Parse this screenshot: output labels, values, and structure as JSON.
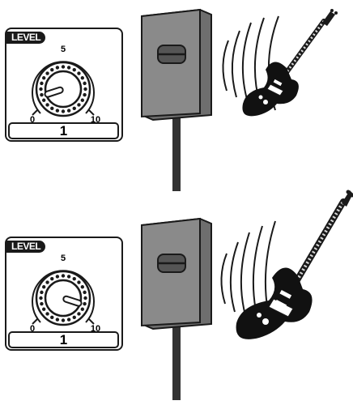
{
  "panels": [
    {
      "level_label": "LEVEL",
      "scale_min": "0",
      "scale_mid": "5",
      "scale_max": "10",
      "display_value": "1",
      "knob_level_fraction": 0.1
    },
    {
      "level_label": "LEVEL",
      "scale_min": "0",
      "scale_mid": "5",
      "scale_max": "10",
      "display_value": "1",
      "knob_level_fraction": 0.9
    }
  ],
  "icons": {
    "speaker": "speaker-icon",
    "guitar": "electric-guitar-icon",
    "sound_waves": "sound-waves-icon",
    "knob": "volume-knob-icon"
  },
  "colors": {
    "outline": "#1a1a1a",
    "speaker_body": "#8a8a8a",
    "speaker_stand": "#333333"
  }
}
